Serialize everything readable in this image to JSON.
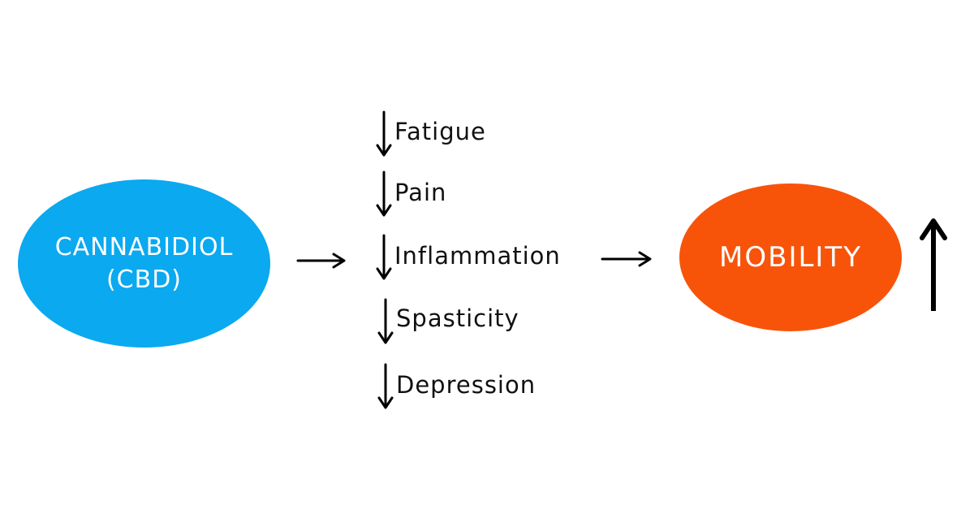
{
  "diagram": {
    "source_node": {
      "line1": "CANNABIDIOL",
      "line2": "(CBD)",
      "color": "#0aa9f0"
    },
    "effects": [
      {
        "direction": "down",
        "label": "Fatigue"
      },
      {
        "direction": "down",
        "label": "Pain"
      },
      {
        "direction": "down",
        "label": "Inflammation"
      },
      {
        "direction": "down",
        "label": "Spasticity"
      },
      {
        "direction": "down",
        "label": "Depression"
      }
    ],
    "target_node": {
      "label": "MOBILITY",
      "color": "#f7540a",
      "change": "up"
    },
    "arrow_color": "#000000",
    "icons": [
      "arrow-right-icon",
      "arrow-down-icon",
      "arrow-up-icon"
    ]
  }
}
